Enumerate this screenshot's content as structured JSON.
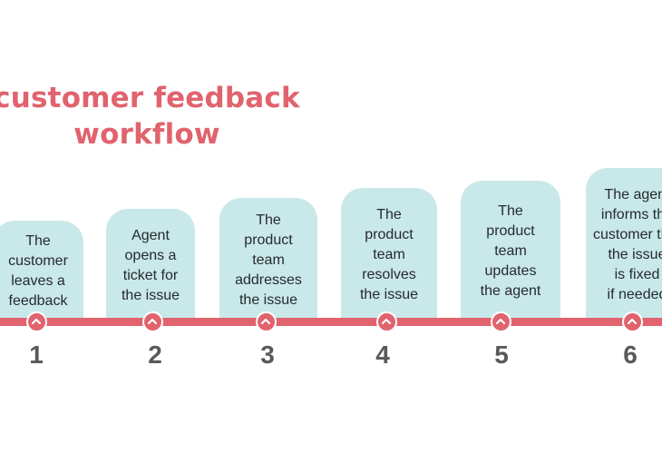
{
  "title": {
    "line1": "customer feedback",
    "line2": "workflow"
  },
  "colors": {
    "accent": "#e0636e",
    "card": "#c9e8e9",
    "number": "#595959"
  },
  "steps": [
    {
      "number": "1",
      "text": "The\ncustomer\nleaves a\nfeedback"
    },
    {
      "number": "2",
      "text": "Agent\nopens a\nticket for\nthe issue"
    },
    {
      "number": "3",
      "text": "The\nproduct\nteam\naddresses\nthe issue"
    },
    {
      "number": "4",
      "text": "The\nproduct\nteam\nresolves\nthe issue"
    },
    {
      "number": "5",
      "text": "The\nproduct\nteam\nupdates\nthe agent"
    },
    {
      "number": "6",
      "text": "The agent\ninforms the\ncustomer that\nthe issue\nis fixed\nif needed"
    }
  ],
  "icons": {
    "node": "chevron-up-icon"
  }
}
